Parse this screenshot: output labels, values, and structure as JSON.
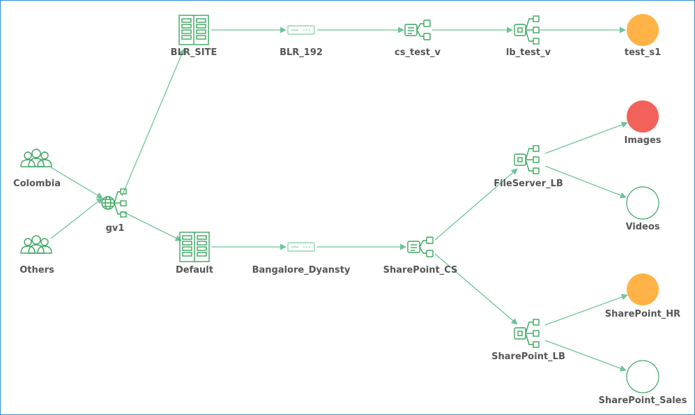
{
  "colors": {
    "edge": "#6cc497",
    "icon": "#3aa55f",
    "status_warning": "#ffb347",
    "status_down": "#f2625a",
    "status_unknown": "#ffffff",
    "frame_border": "#2b8fd6"
  },
  "nodes": {
    "colombia": {
      "label": "Colombia",
      "icon": "users-group-icon"
    },
    "others": {
      "label": "Others",
      "icon": "users-group-icon"
    },
    "gv1": {
      "label": "gv1",
      "icon": "gslb-globe-icon"
    },
    "blr_site": {
      "label": "BLR_SITE",
      "icon": "server-rack-icon"
    },
    "default": {
      "label": "Default",
      "icon": "server-rack-icon"
    },
    "blr_192": {
      "label": "BLR_192",
      "icon": "appliance-icon"
    },
    "bangalore_dyansty": {
      "label": "Bangalore_Dyansty",
      "icon": "appliance-icon"
    },
    "cs_test_v": {
      "label": "cs_test_v",
      "icon": "content-switch-icon"
    },
    "sharepoint_cs": {
      "label": "SharePoint_CS",
      "icon": "content-switch-icon"
    },
    "lb_test_v": {
      "label": "lb_test_v",
      "icon": "load-balancer-icon"
    },
    "fileserver_lb": {
      "label": "FileServer_LB",
      "icon": "load-balancer-icon"
    },
    "sharepoint_lb": {
      "label": "SharePoint_LB",
      "icon": "load-balancer-icon"
    },
    "test_s1": {
      "label": "test_s1",
      "status": "warning"
    },
    "images": {
      "label": "Images",
      "status": "down"
    },
    "videos": {
      "label": "Videos",
      "status": "unknown"
    },
    "sharepoint_hr": {
      "label": "SharePoint_HR",
      "status": "warning"
    },
    "sharepoint_sales": {
      "label": "SharePoint_Sales",
      "status": "unknown"
    }
  },
  "edges": [
    [
      "colombia",
      "gv1"
    ],
    [
      "others",
      "gv1"
    ],
    [
      "gv1",
      "blr_site"
    ],
    [
      "gv1",
      "default"
    ],
    [
      "blr_site",
      "blr_192"
    ],
    [
      "blr_192",
      "cs_test_v"
    ],
    [
      "cs_test_v",
      "lb_test_v"
    ],
    [
      "lb_test_v",
      "test_s1"
    ],
    [
      "default",
      "bangalore_dyansty"
    ],
    [
      "bangalore_dyansty",
      "sharepoint_cs"
    ],
    [
      "sharepoint_cs",
      "fileserver_lb"
    ],
    [
      "sharepoint_cs",
      "sharepoint_lb"
    ],
    [
      "fileserver_lb",
      "images"
    ],
    [
      "fileserver_lb",
      "videos"
    ],
    [
      "sharepoint_lb",
      "sharepoint_hr"
    ],
    [
      "sharepoint_lb",
      "sharepoint_sales"
    ]
  ]
}
